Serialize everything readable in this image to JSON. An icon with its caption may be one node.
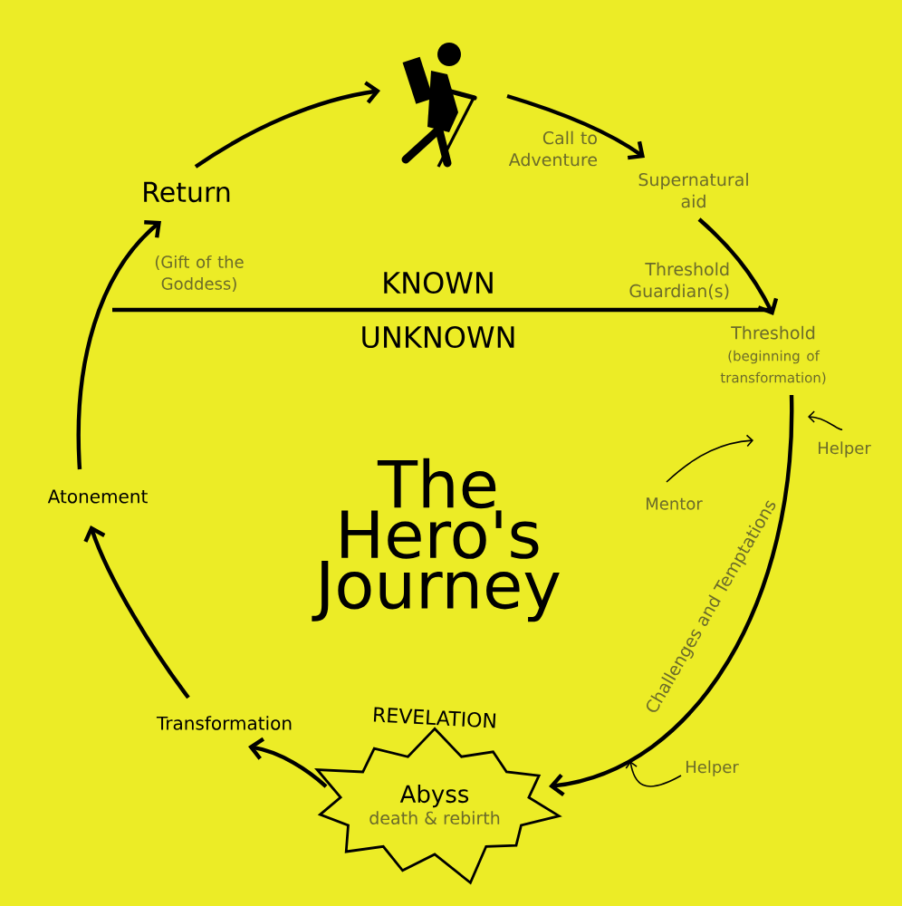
{
  "diagram": {
    "title": "The Hero's Journey",
    "nodes": [
      {
        "text": [],
        "shape": "person"
      },
      {
        "text": [
          "Supernatural aid"
        ]
      },
      {
        "text": [
          "Threshold",
          "(beginning of transformation)"
        ]
      },
      {
        "text": [
          "Abyss",
          "death & rebirth"
        ],
        "beside": [
          "REVELATION"
        ]
      },
      {
        "text": [
          "Transformation"
        ]
      },
      {
        "text": [
          "Atonement"
        ]
      },
      {
        "text": [
          "Return"
        ]
      },
      {
        "text": [
          "Mentor"
        ]
      },
      {
        "text": [
          "Helper"
        ]
      },
      {
        "text": [
          "Helper"
        ]
      }
    ],
    "edges": [
      {
        "from": 0,
        "to": 1,
        "arrow": "to",
        "label": "Call to Adventure"
      },
      {
        "from": 1,
        "to": 2,
        "arrow": "to",
        "label": "Threshold Guardian(s)"
      },
      {
        "from": 2,
        "to": 3,
        "arrow": "to",
        "label": "Challenges and Temptations"
      },
      {
        "from": 3,
        "to": 4,
        "arrow": "to"
      },
      {
        "from": 4,
        "to": 5,
        "arrow": "to"
      },
      {
        "from": 5,
        "to": 6,
        "arrow": "to"
      },
      {
        "from": 6,
        "to": 0,
        "arrow": "to"
      },
      {
        "from": 7,
        "to": null,
        "arrow": "to"
      },
      {
        "from": 8,
        "to": null,
        "arrow": "to"
      },
      {
        "from": 9,
        "to": null,
        "arrow": "to"
      }
    ],
    "labels": [
      "(Gift of the Goddess)",
      "KNOWN",
      "UNKNOWN"
    ]
  }
}
